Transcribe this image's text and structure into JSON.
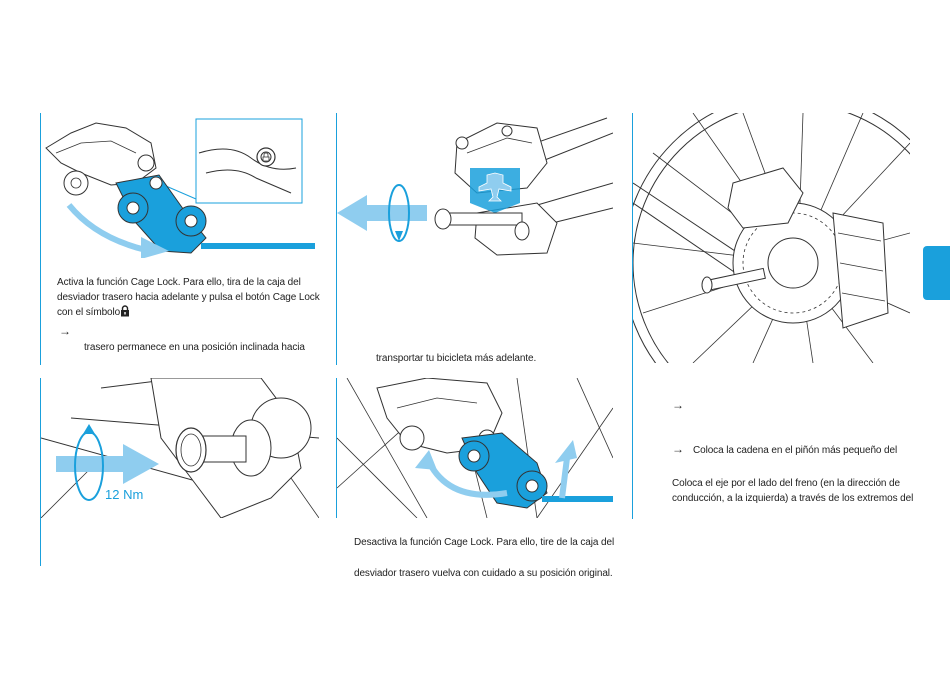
{
  "panel1": {
    "text_lines": [
      "Activa la función Cage Lock. Para ello, tira de la caja del",
      "desviador trasero hacia adelante y pulsa el botón Cage Lock",
      "con el símbolo"
    ],
    "arrow": "→",
    "arrow_text": "trasero permanece en una posición inclinada hacia"
  },
  "panel2": {
    "text_line": "transportar tu bicicleta más adelante."
  },
  "panel3": {
    "arrow1": "→",
    "arrow2": "→",
    "arrow2_text": "Coloca la cadena en el piñón más pequeño del",
    "text_lines": [
      "Coloca el eje por el lado del freno (en la dirección de",
      "conducción, a la izquierda) a través de los extremos del"
    ]
  },
  "panel4": {
    "torque_label": "12 Nm"
  },
  "panel5": {
    "text_line1": "Desactiva la función Cage Lock. Para ello, tire de la caja del",
    "text_line2": "desviador trasero vuelva con cuidado a su posición original."
  },
  "icons": {
    "lock": "lock-icon",
    "side_tab": "section-tab"
  },
  "colors": {
    "accent": "#1aa0dc",
    "accent_light": "#8fcdef",
    "line_art": "#333333"
  }
}
